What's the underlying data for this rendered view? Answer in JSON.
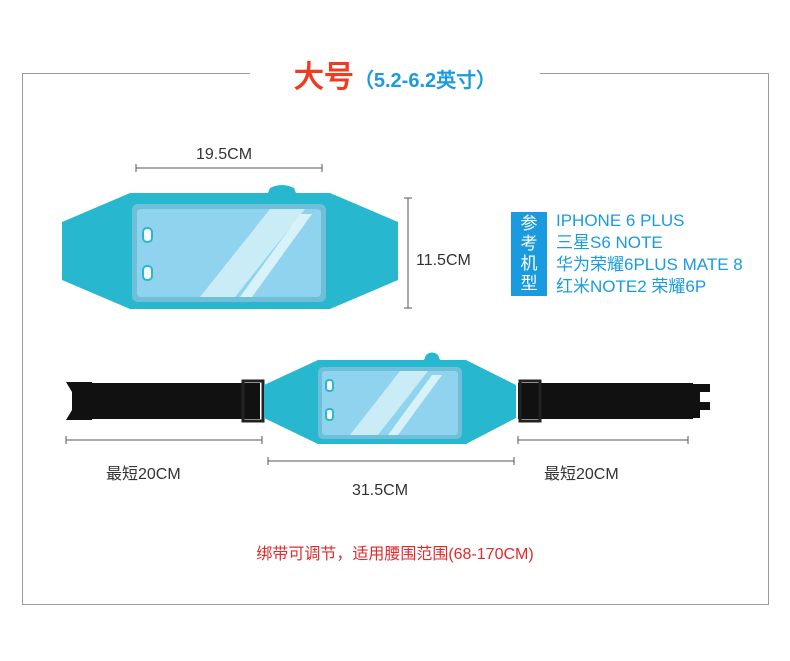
{
  "header": {
    "title": "大号",
    "size_range": "（5.2-6.2英寸）"
  },
  "top_view": {
    "width_label": "19.5CM",
    "height_label": "11.5CM"
  },
  "reference_models": {
    "badge": "参考机型",
    "models": [
      "IPHONE 6 PLUS",
      "三星S6  NOTE",
      "华为荣耀6PLUS MATE 8",
      "红米NOTE2  荣耀6P"
    ]
  },
  "belt_view": {
    "left_strap_label": "最短20CM",
    "center_label": "31.5CM",
    "right_strap_label": "最短20CM"
  },
  "footer_note": "绑带可调节，适用腰围范围(68-170CM)",
  "colors": {
    "pouch": "#27b8cf",
    "window": "#8fd3ee",
    "strap": "#111111",
    "title": "#ef3c1f",
    "accent": "#1a9be0",
    "note": "#e02b2b"
  }
}
